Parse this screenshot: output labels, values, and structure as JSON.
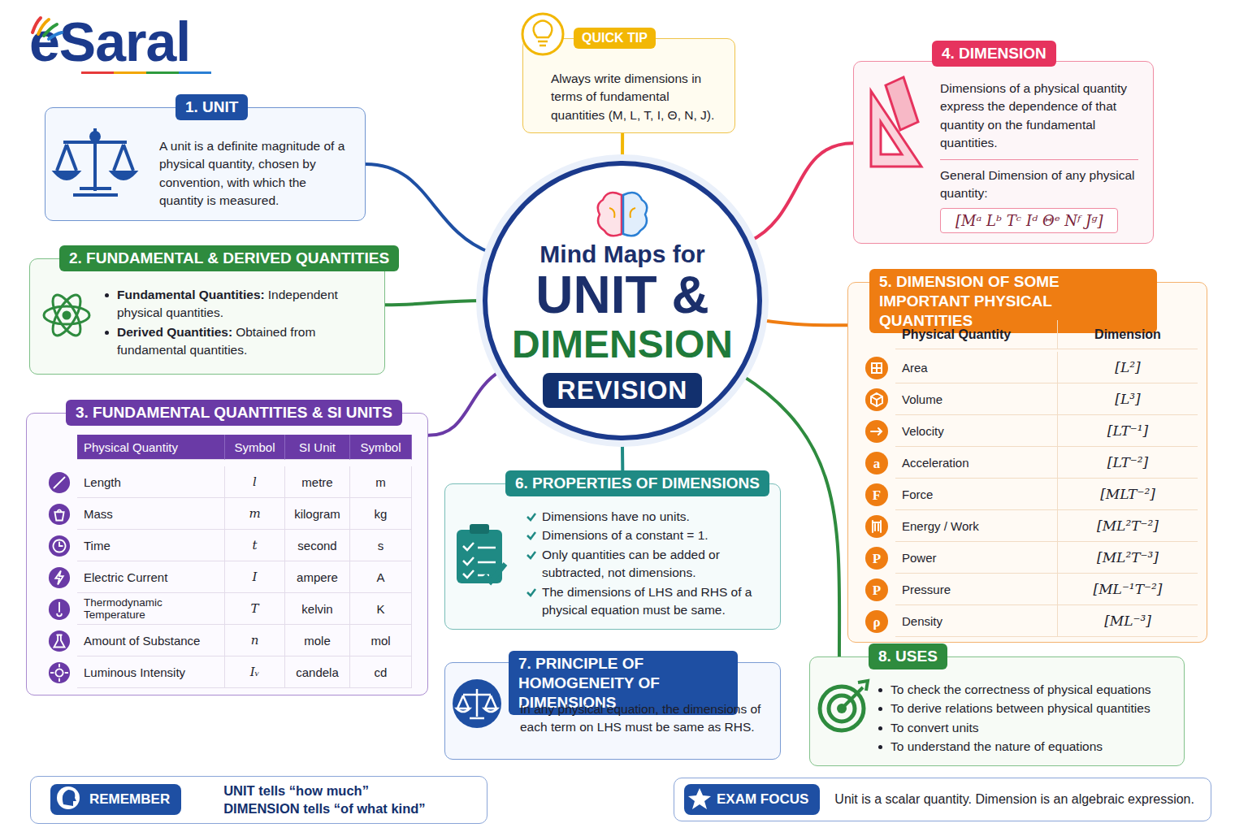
{
  "diagram": {
    "nodes": [
      {
        "text": [
          "QUICK TIP",
          "Always write dimensions in terms of fundamental quantities (M, L, T, I, Θ, N, J)."
        ]
      },
      {
        "text": [
          "1. UNIT",
          "A unit is a definite magnitude of a physical quantity, chosen by convention, with which the quantity is measured."
        ]
      },
      {
        "text": [
          "2. FUNDAMENTAL & DERIVED QUANTITIES",
          "Fundamental Quantities:",
          "Independent physical quantities.",
          "Derived Quantities:",
          "Obtained from fundamental quantities."
        ]
      },
      {
        "text": [
          "Mind Maps for",
          "UNIT &",
          "DIMENSION"
        ]
      },
      {
        "text": [
          "REVISION"
        ],
        "in": 3
      },
      {
        "text": [
          "4. DIMENSION",
          "Dimensions of a physical quantity express the dependence of that quantity on the fundamental quantities.",
          "General Dimension of any physical quantity:"
        ]
      },
      {
        "text": [
          "[Mᵃ Lᵇ Tᶜ Iᵈ Θᵉ Nᶠ Jᵍ]"
        ],
        "in": 5
      },
      {
        "text": [
          "3. FUNDAMENTAL QUANTITIES & SI UNITS"
        ]
      },
      {
        "text": [
          "5. DIMENSION OF SOME IMPORTANT PHYSICAL QUANTITIES"
        ]
      },
      {
        "text": [
          "6. PROPERTIES OF DIMENSIONS",
          "Dimensions have no units.",
          "Dimensions of a constant = 1.",
          "Only quantities can be added or subtracted, not dimensions.",
          "The dimensions of LHS and RHS of a physical equation must be same."
        ]
      },
      {
        "text": [
          "7. PRINCIPLE OF HOMOGENEITY OF DIMENSIONS",
          "In any physical equation, the dimensions of each term on LHS must be same as RHS."
        ]
      },
      {
        "text": [
          "8. USES",
          "To check the correctness of physical equations",
          "To derive relations between physical quantities",
          "To convert units",
          "To understand the nature of equations"
        ]
      },
      {
        "text": [
          "REMEMBER",
          "UNIT tells “how much”",
          "DIMENSION tells “of what kind”"
        ]
      },
      {
        "text": [
          "EXAM FOCUS",
          "Unit is a scalar quantity. Dimension is an algebraic expression."
        ]
      }
    ],
    "edges": [
      {
        "from": 3,
        "to": 0,
        "arrow": "none"
      },
      {
        "from": 3,
        "to": 1,
        "arrow": "none"
      },
      {
        "from": 3,
        "to": 2,
        "arrow": "none"
      },
      {
        "from": 3,
        "to": 7,
        "arrow": "none"
      },
      {
        "from": 3,
        "to": 5,
        "arrow": "none"
      },
      {
        "from": 3,
        "to": 8,
        "arrow": "none"
      },
      {
        "from": 3,
        "to": 9,
        "arrow": "none"
      },
      {
        "from": 3,
        "to": 11,
        "arrow": "none"
      }
    ],
    "labels": [
      "eSaral",
      "Physical Quantity",
      "Symbol",
      "SI Unit",
      "Symbol",
      "Length",
      "l",
      "metre",
      "m",
      "Mass",
      "m",
      "kilogram",
      "kg",
      "Time",
      "t",
      "second",
      "s",
      "Electric Current",
      "I",
      "ampere",
      "A",
      "Thermodynamic Temperature",
      "T",
      "kelvin",
      "K",
      "Amount of Substance",
      "n",
      "mole",
      "mol",
      "Luminous Intensity",
      "Iᵥ",
      "candela",
      "cd",
      "Physical Quantity",
      "Dimension",
      "Area",
      "[L²]",
      "Volume",
      "[L³]",
      "Velocity",
      "[LT⁻¹]",
      "Acceleration",
      "[LT⁻²]",
      "Force",
      "[MLT⁻²]",
      "Energy / Work",
      "[ML²T⁻²]",
      "Power",
      "[ML²T⁻³]",
      "Pressure",
      "[ML⁻¹T⁻²]",
      "Density",
      "[ML⁻³]",
      "a",
      "F",
      "P",
      "P",
      "ρ"
    ]
  }
}
